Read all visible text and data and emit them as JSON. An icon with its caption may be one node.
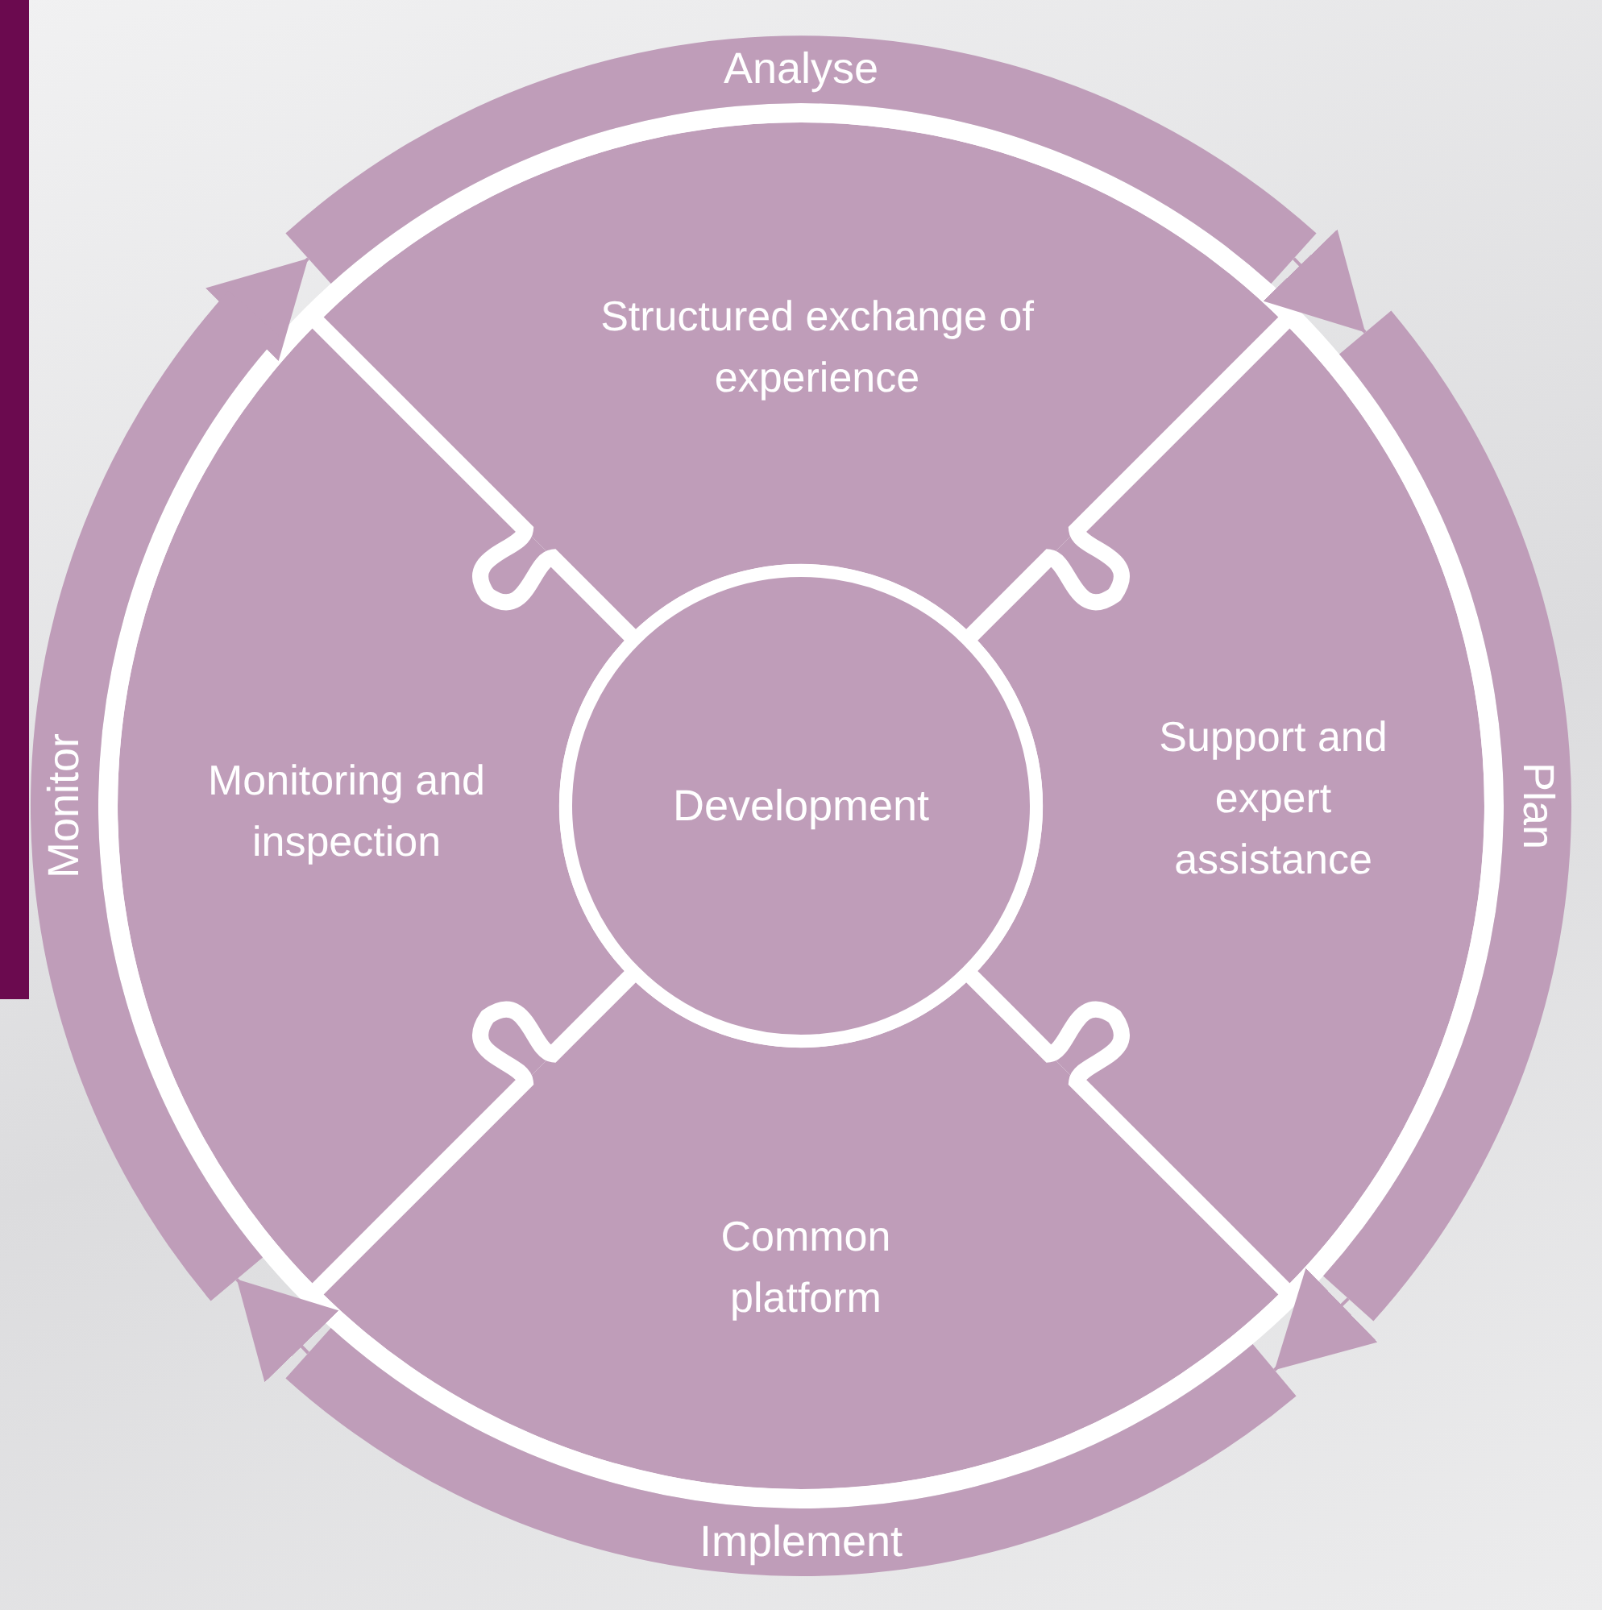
{
  "diagram": {
    "nodes": [
      {
        "text": [
          "Analyse"
        ]
      },
      {
        "text": [
          "Plan"
        ]
      },
      {
        "text": [
          "Implement"
        ]
      },
      {
        "text": [
          "Monitor"
        ]
      },
      {
        "text": [
          "Structured exchange of experience"
        ]
      },
      {
        "text": [
          "Monitoring and inspection"
        ]
      },
      {
        "text": [
          "Development"
        ]
      },
      {
        "text": [
          "Support and expert assistance"
        ]
      },
      {
        "text": [
          "Common platform"
        ]
      }
    ],
    "edges": [
      {
        "from": 0,
        "to": 1,
        "arrow": "to"
      },
      {
        "from": 1,
        "to": 2,
        "arrow": "to"
      },
      {
        "from": 2,
        "to": 3,
        "arrow": "to"
      },
      {
        "from": 3,
        "to": 0,
        "arrow": "to"
      }
    ]
  }
}
